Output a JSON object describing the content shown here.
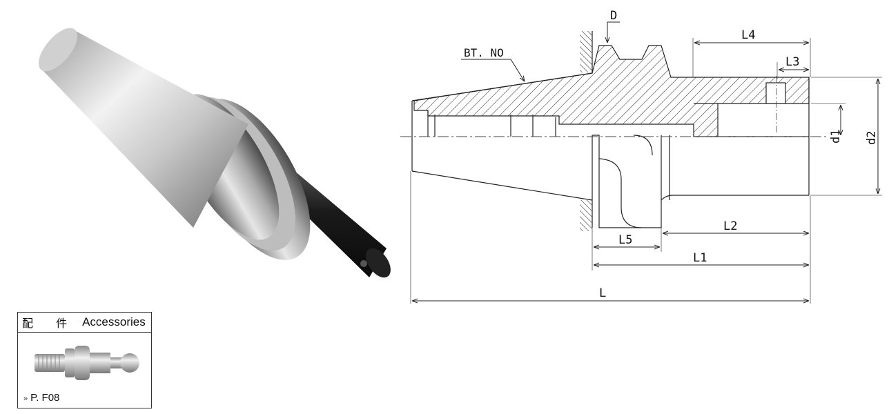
{
  "drawing": {
    "labels": {
      "D": "D",
      "bt_no": "BT. NO",
      "L4": "L4",
      "L3": "L3",
      "L2": "L2",
      "L5": "L5",
      "L1": "L1",
      "L": "L",
      "d1": "d1",
      "d2": "d2"
    }
  },
  "accessories": {
    "title_cn": "配 件",
    "title_en": "Accessories",
    "item_code": "P. F08",
    "arrow": "»"
  }
}
